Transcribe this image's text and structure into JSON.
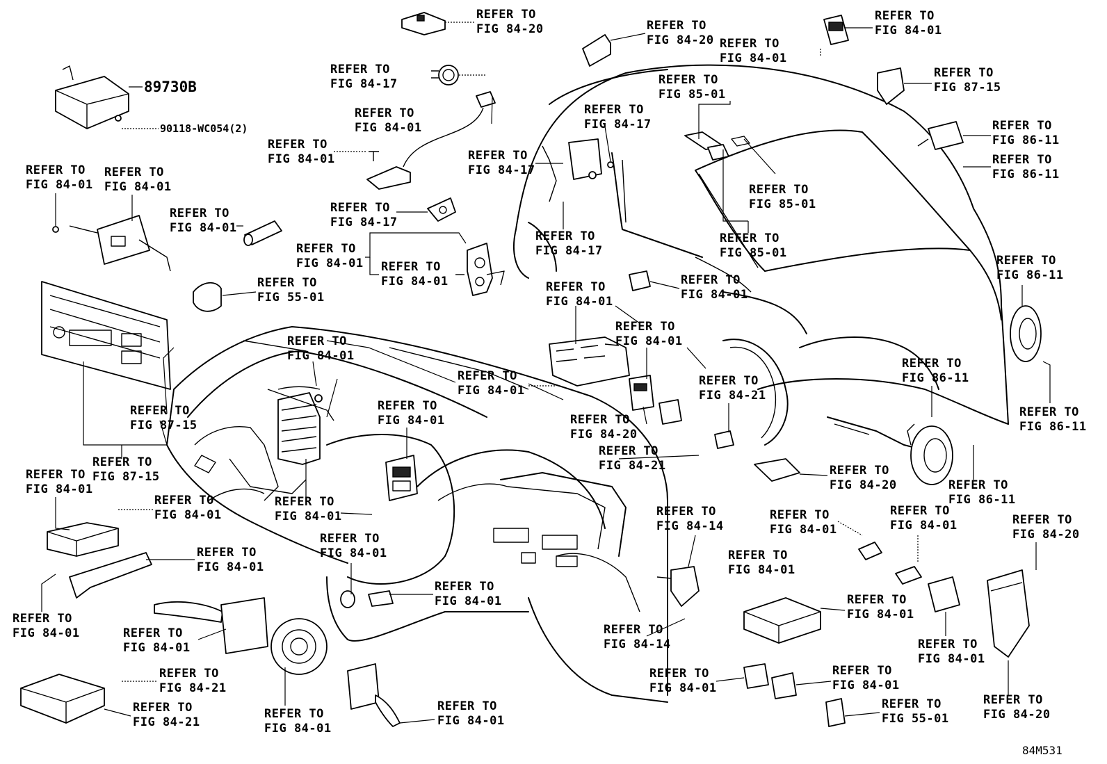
{
  "callouts": [
    {
      "line1": "REFER TO",
      "line2": "FIG 84-20"
    },
    {
      "line1": "REFER TO",
      "line2": "FIG 84-20"
    },
    {
      "line1": "REFER TO",
      "line2": "FIG 84-01"
    },
    {
      "line1": "REFER TO",
      "line2": "FIG 84-01"
    },
    {
      "line1": "REFER TO",
      "line2": "FIG 84-17"
    },
    {
      "line1": "REFER TO",
      "line2": "FIG 85-01"
    },
    {
      "line1": "REFER TO",
      "line2": "FIG 87-15"
    },
    {
      "line1": "REFER TO",
      "line2": "FIG 84-01"
    },
    {
      "line1": "REFER TO",
      "line2": "FIG 84-17"
    },
    {
      "line1": "REFER TO",
      "line2": "FIG 84-01"
    },
    {
      "line1": "REFER TO",
      "line2": "FIG 84-17"
    },
    {
      "line1": "REFER TO",
      "line2": "FIG 86-11"
    },
    {
      "line1": "REFER TO",
      "line2": "FIG 86-11"
    },
    {
      "line1": "REFER TO",
      "line2": "FIG 84-01"
    },
    {
      "line1": "REFER TO",
      "line2": "FIG 84-01"
    },
    {
      "line1": "REFER TO",
      "line2": "FIG 85-01"
    },
    {
      "line1": "REFER TO",
      "line2": "FIG 84-01"
    },
    {
      "line1": "REFER TO",
      "line2": "FIG 84-17"
    },
    {
      "line1": "REFER TO",
      "line2": "FIG 85-01"
    },
    {
      "line1": "REFER TO",
      "line2": "FIG 84-17"
    },
    {
      "line1": "REFER TO",
      "line2": "FIG 84-01"
    },
    {
      "line1": "REFER TO",
      "line2": "FIG 84-01"
    },
    {
      "line1": "REFER TO",
      "line2": "FIG 86-11"
    },
    {
      "line1": "REFER TO",
      "line2": "FIG 84-01"
    },
    {
      "line1": "REFER TO",
      "line2": "FIG 84-01"
    },
    {
      "line1": "REFER TO",
      "line2": "FIG 55-01"
    },
    {
      "line1": "REFER TO",
      "line2": "FIG 84-01"
    },
    {
      "line1": "REFER TO",
      "line2": "FIG 84-01"
    },
    {
      "line1": "REFER TO",
      "line2": "FIG 86-11"
    },
    {
      "line1": "REFER TO",
      "line2": "FIG 84-01"
    },
    {
      "line1": "REFER TO",
      "line2": "FIG 84-21"
    },
    {
      "line1": "REFER TO",
      "line2": "FIG 84-01"
    },
    {
      "line1": "REFER TO",
      "line2": "FIG 87-15"
    },
    {
      "line1": "REFER TO",
      "line2": "FIG 84-20"
    },
    {
      "line1": "REFER TO",
      "line2": "FIG 84-21"
    },
    {
      "line1": "REFER TO",
      "line2": "FIG 86-11"
    },
    {
      "line1": "REFER TO",
      "line2": "FIG 87-15"
    },
    {
      "line1": "REFER TO",
      "line2": "FIG 84-20"
    },
    {
      "line1": "REFER TO",
      "line2": "FIG 84-01"
    },
    {
      "line1": "REFER TO",
      "line2": "FIG 84-01"
    },
    {
      "line1": "REFER TO",
      "line2": "FIG 84-01"
    },
    {
      "line1": "REFER TO",
      "line2": "FIG 86-11"
    },
    {
      "line1": "REFER TO",
      "line2": "FIG 84-14"
    },
    {
      "line1": "REFER TO",
      "line2": "FIG 84-01"
    },
    {
      "line1": "REFER TO",
      "line2": "FIG 84-01"
    },
    {
      "line1": "REFER TO",
      "line2": "FIG 84-20"
    },
    {
      "line1": "REFER TO",
      "line2": "FIG 84-01"
    },
    {
      "line1": "REFER TO",
      "line2": "FIG 84-01"
    },
    {
      "line1": "REFER TO",
      "line2": "FIG 84-01"
    },
    {
      "line1": "REFER TO",
      "line2": "FIG 84-01"
    },
    {
      "line1": "REFER TO",
      "line2": "FIG 84-01"
    },
    {
      "line1": "REFER TO",
      "line2": "FIG 84-01"
    },
    {
      "line1": "REFER TO",
      "line2": "FIG 84-14"
    },
    {
      "line1": "REFER TO",
      "line2": "FIG 84-01"
    },
    {
      "line1": "REFER TO",
      "line2": "FIG 84-21"
    },
    {
      "line1": "REFER TO",
      "line2": "FIG 84-21"
    },
    {
      "line1": "REFER TO",
      "line2": "FIG 84-01"
    },
    {
      "line1": "REFER TO",
      "line2": "FIG 84-01"
    },
    {
      "line1": "REFER TO",
      "line2": "FIG 84-01"
    },
    {
      "line1": "REFER TO",
      "line2": "FIG 84-01"
    },
    {
      "line1": "REFER TO",
      "line2": "FIG 84-20"
    },
    {
      "line1": "REFER TO",
      "line2": "FIG 55-01"
    }
  ],
  "part_numbers": {
    "module": "89730B",
    "bolt": "90118-WC054(2)"
  },
  "diagram_code": "84M531"
}
